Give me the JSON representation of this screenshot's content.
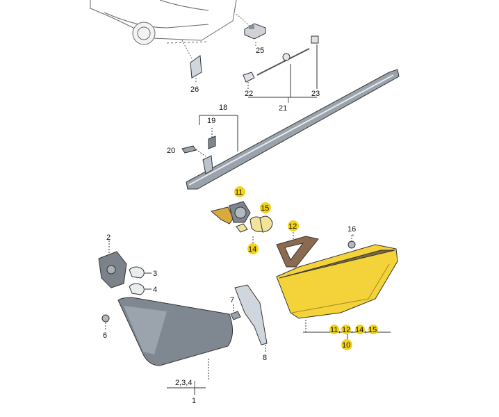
{
  "diagram": {
    "callouts": [
      {
        "id": "c1",
        "text": "1",
        "highlight": false
      },
      {
        "id": "c234",
        "text": "2,3,4",
        "highlight": false
      },
      {
        "id": "c2",
        "text": "2",
        "highlight": false
      },
      {
        "id": "c3",
        "text": "3",
        "highlight": false
      },
      {
        "id": "c4",
        "text": "4",
        "highlight": false
      },
      {
        "id": "c6",
        "text": "6",
        "highlight": false
      },
      {
        "id": "c7",
        "text": "7",
        "highlight": false
      },
      {
        "id": "c8",
        "text": "8",
        "highlight": false
      },
      {
        "id": "c10",
        "text": "10",
        "highlight": true
      },
      {
        "id": "c11",
        "text": "11",
        "highlight": true
      },
      {
        "id": "c12",
        "text": "12",
        "highlight": true
      },
      {
        "id": "c14",
        "text": "14",
        "highlight": true
      },
      {
        "id": "c15",
        "text": "15",
        "highlight": true
      },
      {
        "id": "c16",
        "text": "16",
        "highlight": false
      },
      {
        "id": "c18",
        "text": "18",
        "highlight": false
      },
      {
        "id": "c19",
        "text": "19",
        "highlight": false
      },
      {
        "id": "c20",
        "text": "20",
        "highlight": false
      },
      {
        "id": "c21",
        "text": "21",
        "highlight": false
      },
      {
        "id": "c22",
        "text": "22",
        "highlight": false
      },
      {
        "id": "c23",
        "text": "23",
        "highlight": false
      },
      {
        "id": "c25",
        "text": "25",
        "highlight": false
      },
      {
        "id": "c26",
        "text": "26",
        "highlight": false
      }
    ],
    "group_label_10": {
      "a": "11",
      "b": "12",
      "c": "14",
      "d": "15"
    },
    "colors": {
      "highlight": "#f2d21b",
      "line": "#333333",
      "part_fill": "#dfe3e8",
      "lamp_fill": "#f3d23a"
    }
  }
}
